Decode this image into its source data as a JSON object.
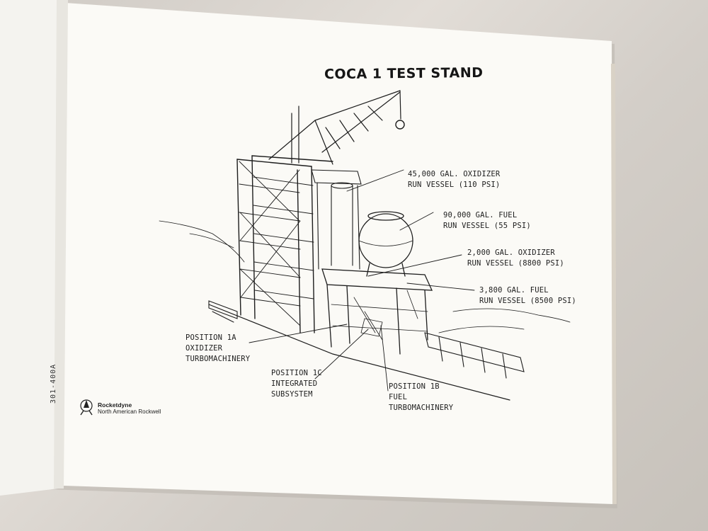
{
  "title": "COCA 1 TEST STAND",
  "labels": {
    "oxidizer_45k": [
      "45,000 GAL. OXIDIZER",
      "RUN VESSEL (110 PSI)"
    ],
    "fuel_90k": [
      "90,000 GAL. FUEL",
      "RUN VESSEL (55 PSI)"
    ],
    "oxidizer_2k": [
      "2,000 GAL. OXIDIZER",
      "RUN VESSEL (8800 PSI)"
    ],
    "fuel_3800": [
      "3,800 GAL. FUEL",
      "RUN VESSEL (8500 PSI)"
    ],
    "position_1a": [
      "POSITION 1A",
      "OXIDIZER",
      "TURBOMACHINERY"
    ],
    "position_1c": [
      "POSITION 1C",
      "INTEGRATED",
      "SUBSYSTEM"
    ],
    "position_1b": [
      "POSITION 1B",
      "FUEL",
      "TURBOMACHINERY"
    ]
  },
  "brand": {
    "name": "Rocketdyne",
    "parent": "North American Rockwell",
    "logo_icon": "rocketdyne-logo-icon"
  },
  "doc_number": "301-400A",
  "colors": {
    "paper": "#fbfaf6",
    "ink": "#1d1d1d",
    "background": "#d6d1cb"
  }
}
